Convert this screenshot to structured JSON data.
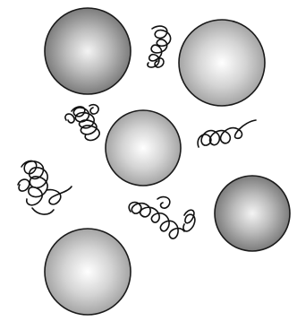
{
  "figure": {
    "particles": [
      {
        "name": "sphere-top-left",
        "shade": "dark"
      },
      {
        "name": "sphere-top-right",
        "shade": "light"
      },
      {
        "name": "sphere-center",
        "shade": "light"
      },
      {
        "name": "sphere-right",
        "shade": "dark"
      },
      {
        "name": "sphere-bottom-left",
        "shade": "light"
      }
    ],
    "polymer_coils": [
      {
        "name": "coil-top-center",
        "style": "loose"
      },
      {
        "name": "coil-left",
        "style": "tangled"
      },
      {
        "name": "coil-right",
        "style": "loopy"
      },
      {
        "name": "coil-far-left",
        "style": "tangled"
      },
      {
        "name": "coil-bottom-center",
        "style": "loopy"
      }
    ],
    "colors": {
      "sphere_highlight": "#ffffff",
      "sphere_dark_edge": "#6f6f6f",
      "sphere_light_edge": "#9a9a9a",
      "outline": "#1a1a1a",
      "background": "#ffffff"
    }
  }
}
